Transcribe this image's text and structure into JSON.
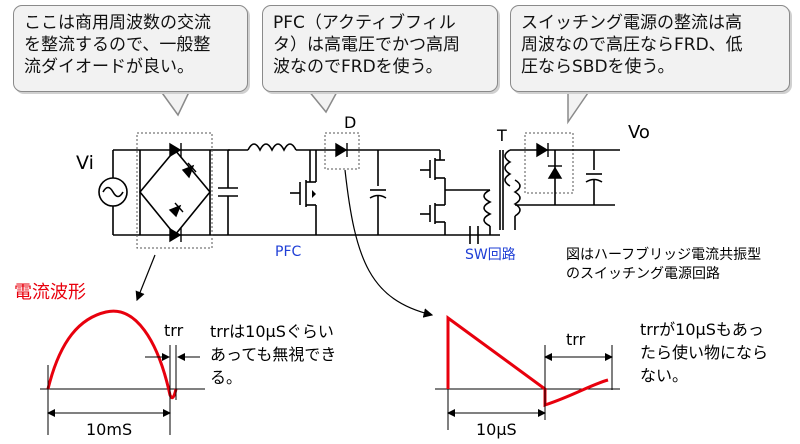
{
  "callouts": {
    "bridge": "ここは商用周波数の交流\nを整流するので、一般整\n流ダイオードが良い。",
    "pfc_diode": "PFC（アクティブフィル\nタ）は高電圧でかつ高周\n波なのでFRDを使う。",
    "output_rect": "スイッチング電源の整流は高\n周波なので高圧ならFRD、低\n圧ならSBDを使う。"
  },
  "labels": {
    "vi": "Vi",
    "vo": "Vo",
    "d": "D",
    "t": "T",
    "pfc": "PFC",
    "sw": "SW回路",
    "figure_note": "図はハーフブリッジ電流共振型\nのスイッチング電源回路",
    "current_waveform": "電流波形",
    "trr_left": "trr",
    "trr_right": "trr",
    "left_note": "trrは10μSぐらい\nあっても無視でき\nる。",
    "right_note": "trrが10μSもあっ\nたら使い物になら\nない。",
    "period_left": "10mS",
    "period_right": "10μS"
  },
  "colors": {
    "waveform": "#e8000d",
    "accent_blue": "#1f3fd6",
    "line": "#000000",
    "callout_fill": "#f2f2f2",
    "callout_border": "#8a8a8a"
  }
}
